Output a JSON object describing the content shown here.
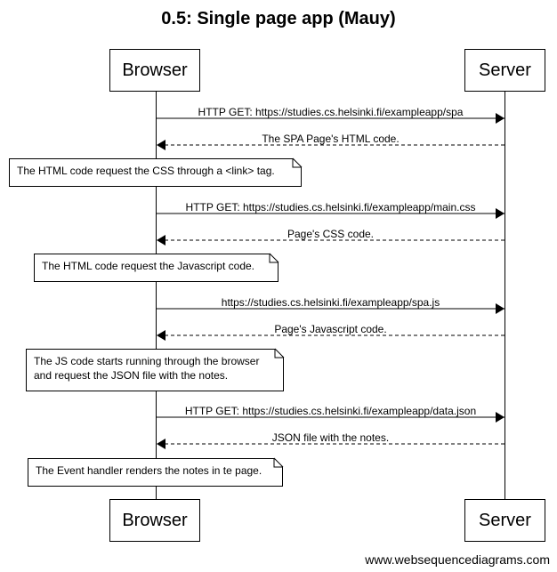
{
  "diagram": {
    "title": "0.5: Single page app (Mauy)",
    "participants": {
      "browser": "Browser",
      "server": "Server"
    },
    "steps": [
      {
        "kind": "message",
        "from": "browser",
        "to": "server",
        "style": "solid",
        "text": "HTTP GET: https://studies.cs.helsinki.fi/exampleapp/spa"
      },
      {
        "kind": "message",
        "from": "server",
        "to": "browser",
        "style": "dashed",
        "text": "The SPA Page's HTML code."
      },
      {
        "kind": "note",
        "over": "browser",
        "lines": [
          "The HTML code request the CSS through a <link> tag."
        ]
      },
      {
        "kind": "message",
        "from": "browser",
        "to": "server",
        "style": "solid",
        "text": "HTTP GET: https://studies.cs.helsinki.fi/exampleapp/main.css"
      },
      {
        "kind": "message",
        "from": "server",
        "to": "browser",
        "style": "dashed",
        "text": "Page's CSS code."
      },
      {
        "kind": "note",
        "over": "browser",
        "lines": [
          "The HTML code request the Javascript code."
        ]
      },
      {
        "kind": "message",
        "from": "browser",
        "to": "server",
        "style": "solid",
        "text": "https://studies.cs.helsinki.fi/exampleapp/spa.js"
      },
      {
        "kind": "message",
        "from": "server",
        "to": "browser",
        "style": "dashed",
        "text": "Page's Javascript code."
      },
      {
        "kind": "note",
        "over": "browser",
        "lines": [
          "The JS code starts running through the browser",
          "and request the JSON file with the notes."
        ]
      },
      {
        "kind": "message",
        "from": "browser",
        "to": "server",
        "style": "solid",
        "text": "HTTP GET: https://studies.cs.helsinki.fi/exampleapp/data.json"
      },
      {
        "kind": "message",
        "from": "server",
        "to": "browser",
        "style": "dashed",
        "text": "JSON file with the notes."
      },
      {
        "kind": "note",
        "over": "browser",
        "lines": [
          "The Event handler renders the notes in te page."
        ]
      }
    ],
    "watermark": "www.websequencediagrams.com"
  }
}
